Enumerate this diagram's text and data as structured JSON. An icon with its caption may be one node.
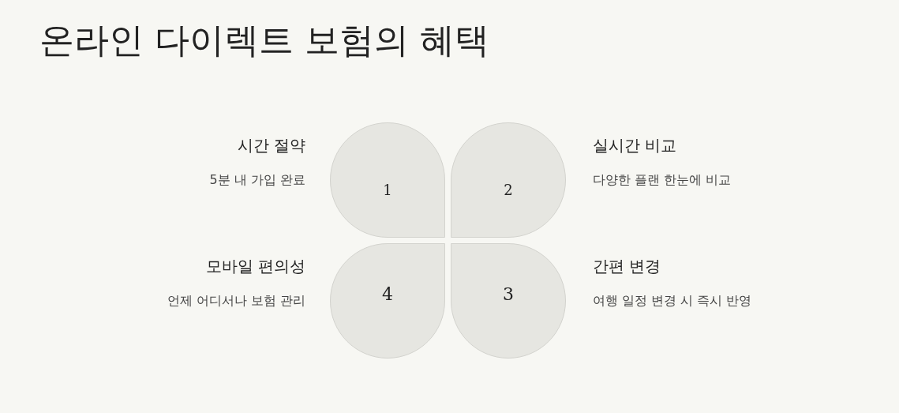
{
  "diagram": {
    "title": "온라인 다이렉트 보험의 혜택",
    "nodes": [
      {
        "text": [
          "1"
        ],
        "beside": [
          "시간 절약",
          "5분 내 가입 완료"
        ]
      },
      {
        "text": [
          "2"
        ],
        "beside": [
          "실시간 비교",
          "다양한 플랜 한눈에 비교"
        ]
      },
      {
        "text": [
          "4"
        ],
        "beside": [
          "모바일 편의성",
          "언제 어디서나 보험 관리"
        ]
      },
      {
        "text": [
          "3"
        ],
        "beside": [
          "간편 변경",
          "여행 일정 변경 시 즉시 반영"
        ]
      }
    ]
  }
}
